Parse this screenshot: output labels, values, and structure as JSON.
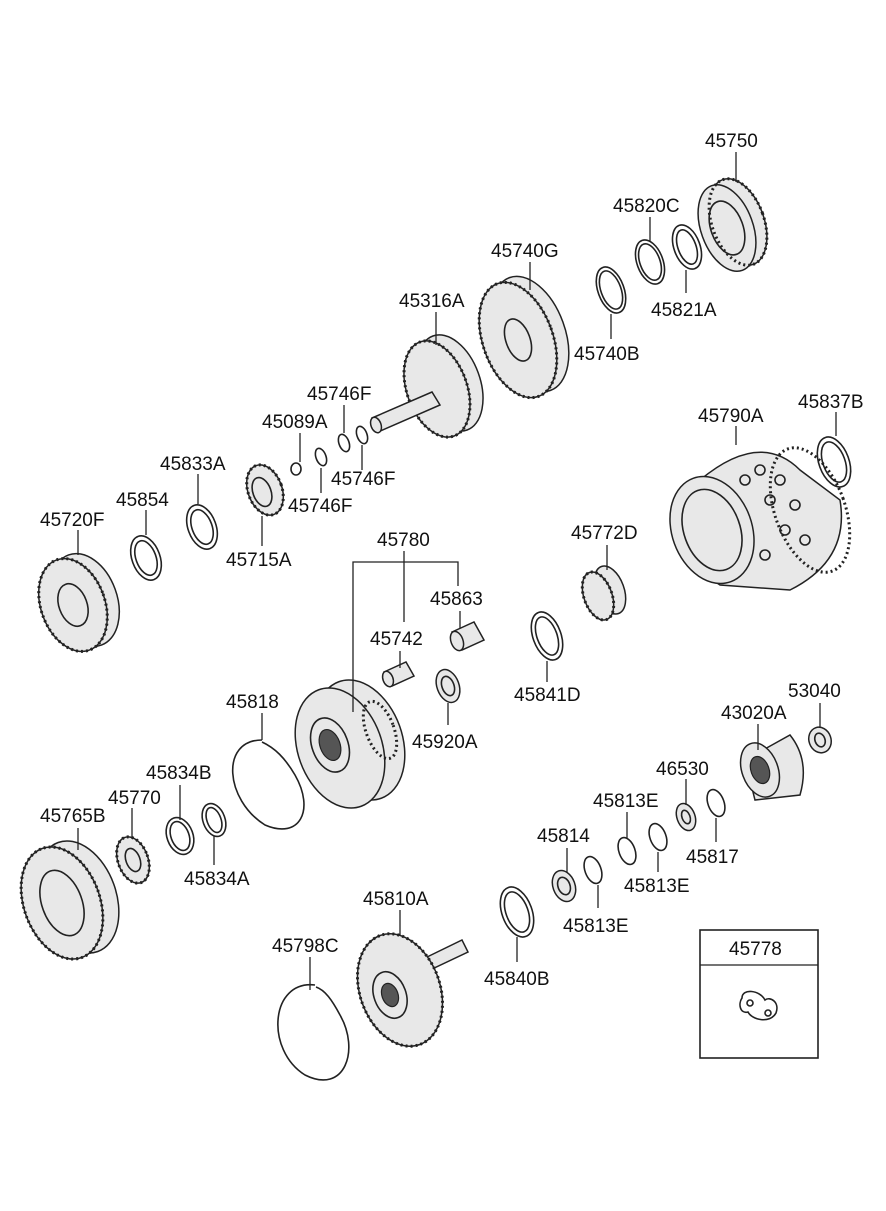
{
  "labels": {
    "p45750": "45750",
    "p45820C": "45820C",
    "p45821A": "45821A",
    "p45740G": "45740G",
    "p45740B": "45740B",
    "p45316A": "45316A",
    "p45746F_a": "45746F",
    "p45089A": "45089A",
    "p45746F_b": "45746F",
    "p45746F_c": "45746F",
    "p45833A": "45833A",
    "p45715A": "45715A",
    "p45854": "45854",
    "p45720F": "45720F",
    "p45790A": "45790A",
    "p45837B": "45837B",
    "p45772D": "45772D",
    "p45780": "45780",
    "p45863": "45863",
    "p45742": "45742",
    "p45920A": "45920A",
    "p45841D": "45841D",
    "p45818": "45818",
    "p53040": "53040",
    "p43020A": "43020A",
    "p46530": "46530",
    "p45834B": "45834B",
    "p45770": "45770",
    "p45765B": "45765B",
    "p45834A": "45834A",
    "p45813E_a": "45813E",
    "p45814": "45814",
    "p45817": "45817",
    "p45813E_b": "45813E",
    "p45813E_c": "45813E",
    "p45810A": "45810A",
    "p45840B": "45840B",
    "p45798C": "45798C",
    "p45778": "45778"
  }
}
